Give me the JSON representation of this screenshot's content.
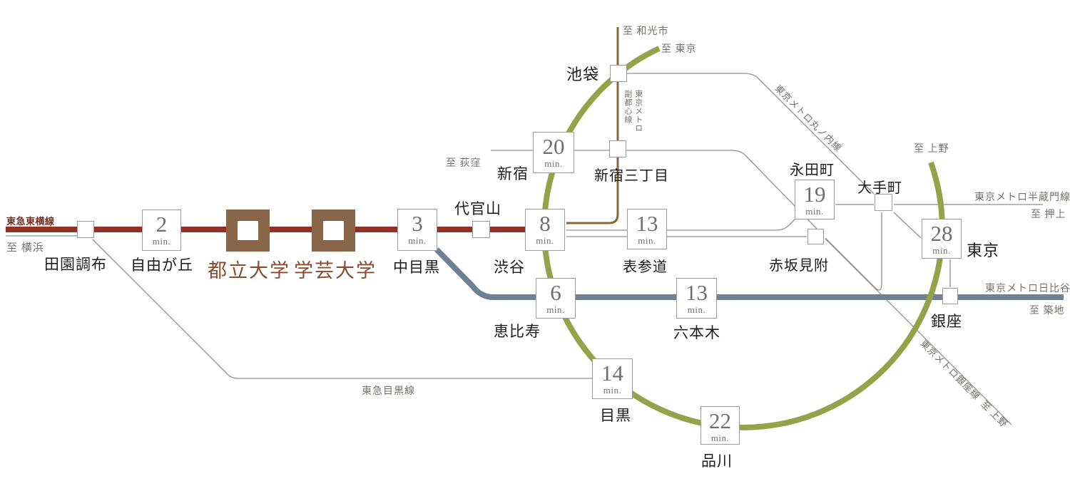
{
  "units": {
    "min": "min."
  },
  "lines": {
    "toyoko": {
      "name": "東急東横線",
      "dest_left": "至 横浜",
      "color": "#943023"
    },
    "meguro_line": {
      "name": "東急目黒線",
      "color": "#8f8f8f"
    },
    "yamanote": {
      "dest_top": "至 東京",
      "dest_right": "至 上野",
      "color": "#93a34a"
    },
    "fukutoshin": {
      "name_part1": "東京メトロ",
      "name_part2": "副都心線",
      "dest_top": "至 和光市",
      "color": "#8a6634"
    },
    "marunouchi": {
      "name": "東京メトロ丸ノ内線",
      "dest_left": "至 荻窪",
      "color": "#8f8f8f"
    },
    "hanzomon": {
      "name": "東京メトロ半蔵門線",
      "dest_right": "至 押上",
      "color": "#8f8f8f"
    },
    "ginza_line": {
      "name": "東京メトロ銀座線",
      "dest": "至 上野",
      "color": "#8f8f8f"
    },
    "hibiya": {
      "name": "東京メトロ日比谷線",
      "dest_right": "至 築地",
      "color": "#6e8192"
    }
  },
  "stations": {
    "denenchofu": {
      "name": "田園調布"
    },
    "jiyugaoka": {
      "name": "自由が丘",
      "min": "2"
    },
    "toritsu_daigaku": {
      "name": "都立大学",
      "highlight": true
    },
    "gakugei_daigaku": {
      "name": "学芸大学",
      "highlight": true
    },
    "nakameguro": {
      "name": "中目黒",
      "min": "3"
    },
    "daikanyama": {
      "name": "代官山"
    },
    "shibuya": {
      "name": "渋谷",
      "min": "8"
    },
    "shinjuku": {
      "name": "新宿",
      "min": "20"
    },
    "shinjuku_sanchome": {
      "name": "新宿三丁目"
    },
    "ikebukuro": {
      "name": "池袋"
    },
    "omotesando": {
      "name": "表参道",
      "min": "13"
    },
    "ebisu": {
      "name": "恵比寿",
      "min": "6"
    },
    "roppongi": {
      "name": "六本木",
      "min": "13"
    },
    "nagatacho": {
      "name": "永田町",
      "min": "19"
    },
    "akasaka_mitsuke": {
      "name": "赤坂見附"
    },
    "otemachi": {
      "name": "大手町"
    },
    "tokyo": {
      "name": "東京",
      "min": "28"
    },
    "ginza": {
      "name": "銀座"
    },
    "meguro": {
      "name": "目黒",
      "min": "14"
    },
    "shinagawa": {
      "name": "品川",
      "min": "22"
    }
  }
}
